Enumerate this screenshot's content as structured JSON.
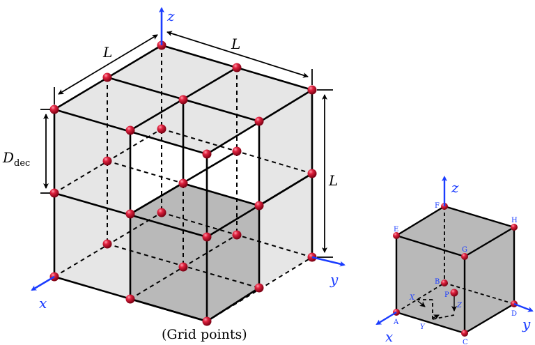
{
  "left_figure": {
    "dimension_top_left": "L",
    "dimension_top_right": "L",
    "dimension_right": "L",
    "dimension_left_main": "D",
    "dimension_left_sub": "dec",
    "axis_x": "x",
    "axis_y": "y",
    "axis_z": "z",
    "caption": "(Grid points)"
  },
  "right_figure": {
    "axis_x": "x",
    "axis_y": "y",
    "axis_z": "z",
    "vertices": {
      "A": "A",
      "B": "B",
      "C": "C",
      "D": "D",
      "E": "E",
      "F": "F",
      "G": "G",
      "H": "H",
      "P": "P"
    },
    "offsets": {
      "X": "X",
      "Y": "Y",
      "Z": "Z"
    }
  },
  "colors": {
    "point_fill": "#c8102e",
    "axis": "#1a3cff",
    "face_light": "#e6e6e6",
    "face_dark": "#b9b9b9"
  }
}
